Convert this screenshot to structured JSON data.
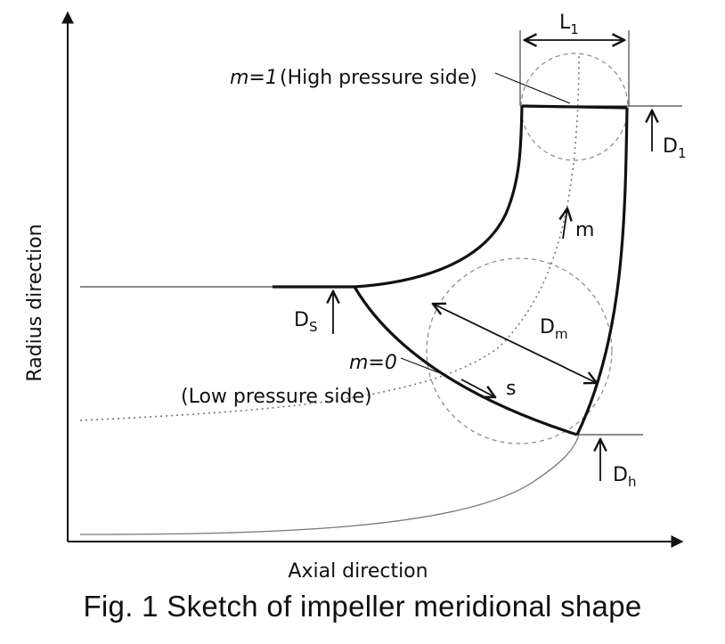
{
  "axes": {
    "x_label": "Axial direction",
    "y_label": "Radius direction"
  },
  "labels": {
    "high_side_var": "m=1",
    "high_side_desc": "(High pressure side)",
    "low_side_var": "m=0",
    "low_side_desc": "(Low pressure side)",
    "meridional_coord": "m",
    "streamwise_coord": "s",
    "width": {
      "main": "L",
      "sub": "1"
    },
    "outlet_diameter": {
      "main": "D",
      "sub": "1"
    },
    "shroud_diameter": {
      "main": "D",
      "sub": "S"
    },
    "mean_diameter": {
      "main": "D",
      "sub": "m"
    },
    "hub_diameter": {
      "main": "D",
      "sub": "h"
    }
  },
  "caption": "Fig. 1 Sketch of impeller meridional shape"
}
